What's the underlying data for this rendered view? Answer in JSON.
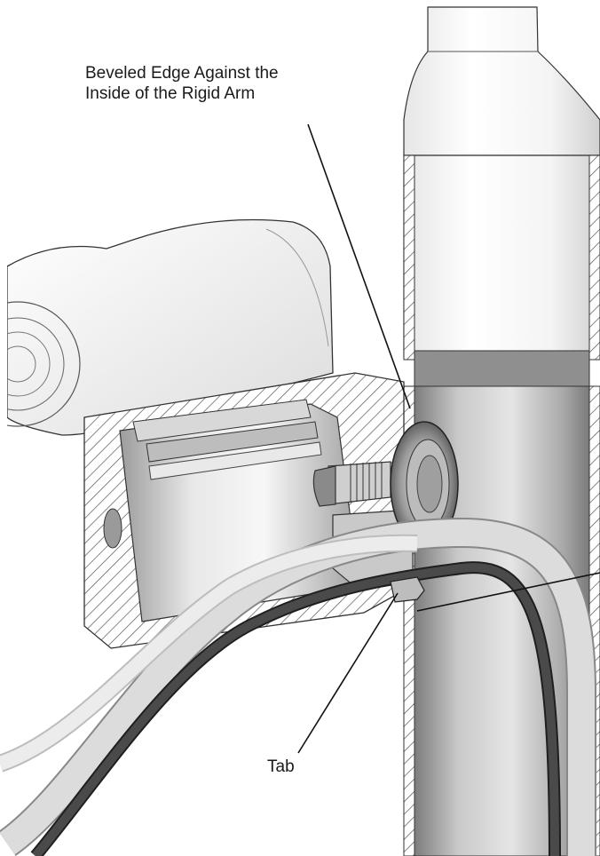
{
  "callouts": {
    "beveled_edge": {
      "line1": "Beveled Edge Against the",
      "line2": "Inside of the Rigid Arm"
    },
    "tab": "Tab"
  },
  "colors": {
    "line": "#111111",
    "hatch": "#555555",
    "tube_light": "#f2f2f2",
    "tube_dark": "#8a8a8a",
    "cable_outer": "#c8c8c8",
    "cable_inner": "#3a3a3a"
  }
}
